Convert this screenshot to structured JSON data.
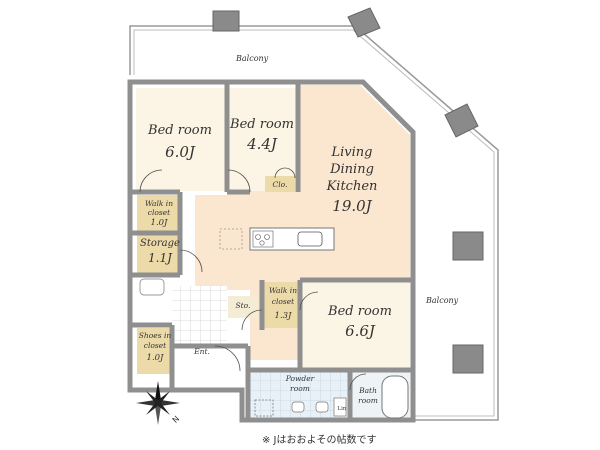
{
  "balconies": {
    "top": "Balcony",
    "right": "Balcony"
  },
  "rooms": {
    "bed1": {
      "name": "Bed room",
      "size": "6.0J"
    },
    "bed2": {
      "name": "Bed room",
      "size": "4.4J"
    },
    "ldk": {
      "line1": "Living",
      "line2": "Dining",
      "line3": "Kitchen",
      "size": "19.0J"
    },
    "walkin1": {
      "line1": "Walk in",
      "line2": "closet",
      "size": "1.0J"
    },
    "storage": {
      "name": "Storage",
      "size": "1.1J"
    },
    "clo": {
      "name": "Clo."
    },
    "sto": {
      "name": "Sto."
    },
    "walkin2": {
      "line1": "Walk in",
      "line2": "closet",
      "size": "1.3J"
    },
    "bed3": {
      "name": "Bed room",
      "size": "6.6J"
    },
    "shoes": {
      "line1": "Shoes in",
      "line2": "closet",
      "size": "1.0J"
    },
    "ent": {
      "name": "Ent."
    },
    "powder": {
      "line1": "Powder",
      "line2": "room"
    },
    "bath": {
      "line1": "Bath",
      "line2": "room"
    },
    "lin": {
      "name": "Lin"
    }
  },
  "compass": {
    "label": "N"
  },
  "footnote": "※ Jはおおよその帖数です",
  "colors": {
    "wall": "#8f8f8f",
    "wall_dark": "#6e6e6e",
    "bedroom_floor": "#fbf5e6",
    "ldk_floor": "#fbe4cc",
    "closet_floor": "#ead8a8",
    "tile_floor": "#ffffff",
    "bath_floor": "#e6eff5"
  }
}
